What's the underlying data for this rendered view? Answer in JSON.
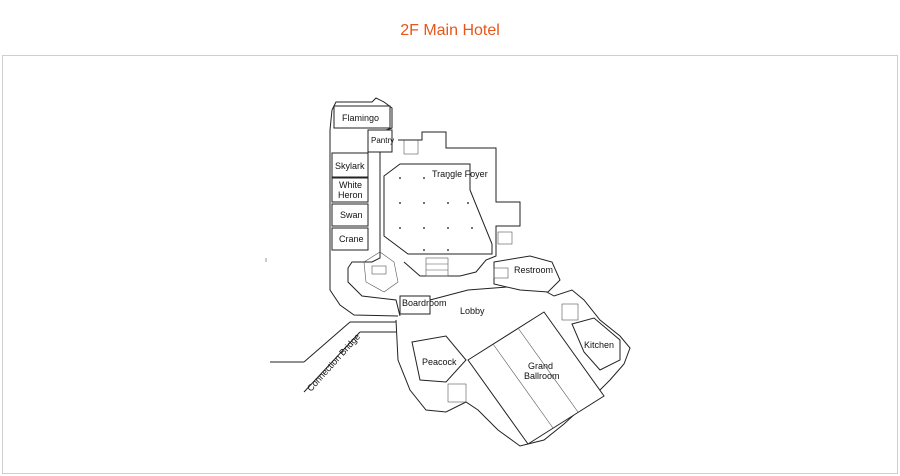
{
  "title": "2F Main Hotel",
  "rooms": {
    "flamingo": "Flamingo",
    "pantry": "Pantry",
    "skylark": "Skylark",
    "white_heron_1": "White",
    "white_heron_2": "Heron",
    "swan": "Swan",
    "crane": "Crane",
    "triangle_foyer": "Trangle Foyer",
    "restroom": "Restroom",
    "boardroom": "Boardroom",
    "lobby": "Lobby",
    "kitchen": "Kitchen",
    "peacock": "Peacock",
    "grand_ballroom_1": "Grand",
    "grand_ballroom_2": "Ballroom",
    "connection_bridge": "Connection Bridge"
  }
}
